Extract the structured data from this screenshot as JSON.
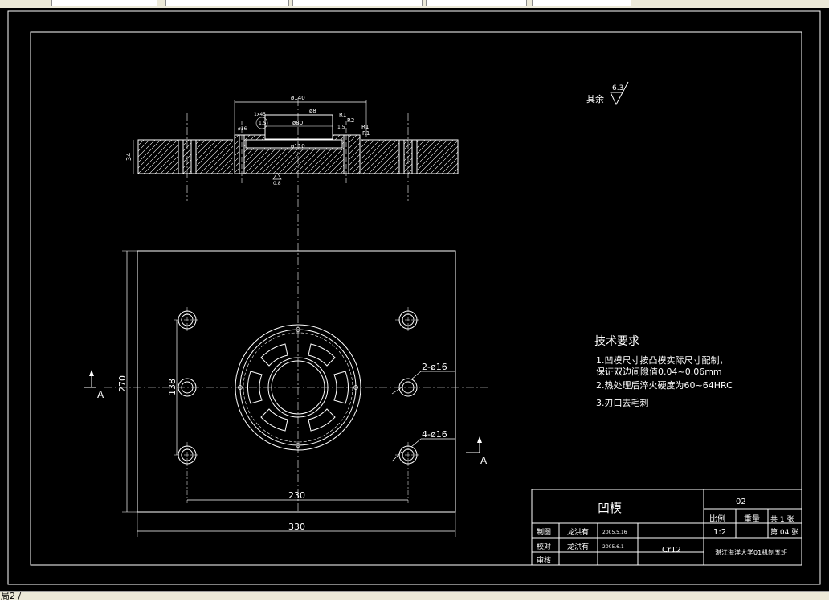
{
  "window": {
    "status_text": "局2 /"
  },
  "drawing": {
    "finish_symbol": {
      "label": "其余",
      "value": "6.3"
    },
    "section_dims": {
      "dia140": "ø140",
      "dia80": "ø80",
      "dia110": "ø110",
      "r1a": "R1",
      "r2": "R2",
      "r1b": "R1",
      "r1c": "R1",
      "d8": "ø8",
      "d16": "ø16",
      "h34": "34",
      "chamfer": "1x45",
      "d15": "1.5",
      "d15b": "1.5",
      "roughness": "0.8"
    },
    "plan_dims": {
      "w230": "230",
      "w330": "330",
      "h270": "270",
      "h138": "138",
      "holes2": "2-ø16",
      "holes4": "4-ø16"
    },
    "section_marks": {
      "left": "A",
      "right": "A"
    },
    "tech_req": {
      "title": "技术要求",
      "items": [
        "1.凹模尺寸按凸模实际尺寸配制，",
        "   保证双边间隙值0.04~0.06mm",
        "2.热处理后淬火硬度为60~64HRC",
        "3.刃口去毛刺"
      ]
    },
    "title_block": {
      "part_name": "凹模",
      "drawing_no": "02",
      "scale_label": "比例",
      "scale_value": "1:2",
      "weight_label": "重量",
      "sheets_total": "共 1 张",
      "sheet_no": "第 04 张",
      "draw_label": "制图",
      "draw_name": "龙洪有",
      "draw_date": "2005.5.16",
      "check_label": "校对",
      "check_name": "龙洪有",
      "check_date": "2005.6.1",
      "review_label": "审核",
      "material": "Cr12",
      "school": "湛江海洋大学01机制五班"
    }
  }
}
